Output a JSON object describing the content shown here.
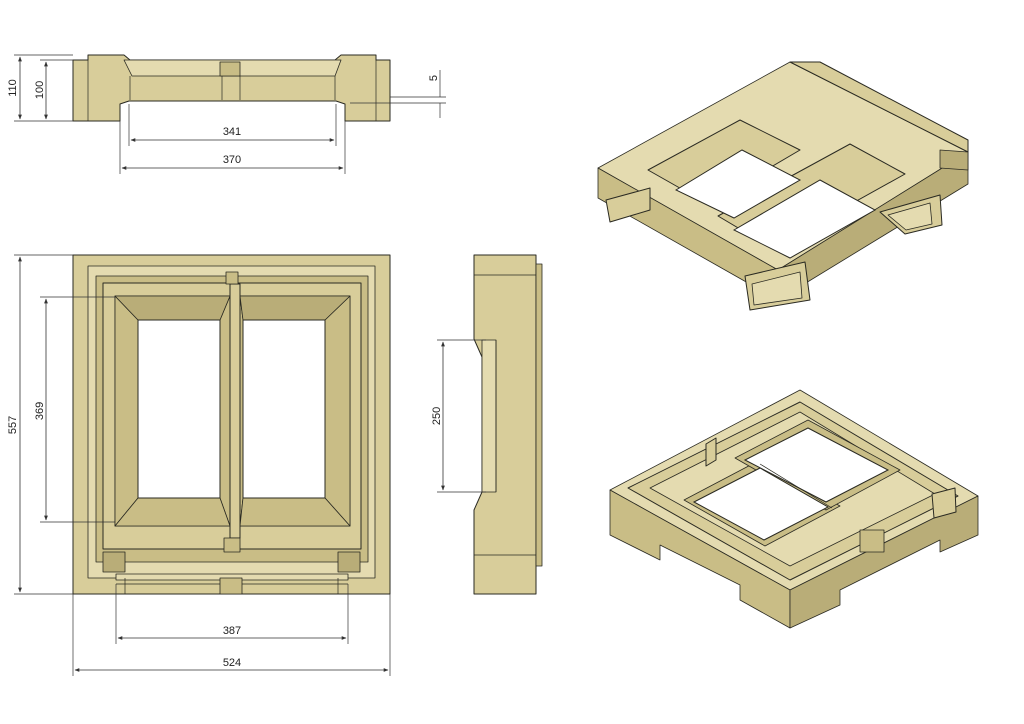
{
  "colors": {
    "body": "#d8cd9a",
    "body_dark": "#b9ad78",
    "body_mid": "#c9bd86",
    "body_light": "#e4dbb0",
    "outline": "#2a2a22",
    "dim_line": "#333333",
    "background": "#ffffff"
  },
  "dimensions": {
    "side_total_height": "110",
    "side_body_height": "100",
    "side_gap": "5",
    "side_inner_width": "341",
    "side_outer_width": "370",
    "plan_height": "557",
    "plan_opening_height": "369",
    "plan_rail_width": "387",
    "plan_width": "524",
    "section_recess_height": "250"
  }
}
